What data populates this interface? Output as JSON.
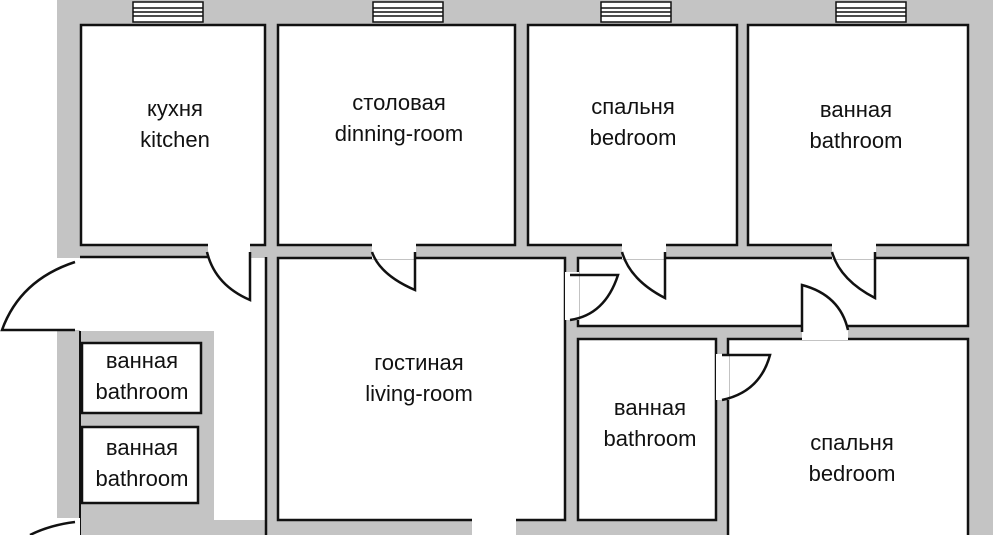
{
  "title": "Apartment floor plan",
  "rooms": [
    {
      "ru": "кухня",
      "en": "kitchen"
    },
    {
      "ru": "столовая",
      "en": "dinning-room"
    },
    {
      "ru": "спальня",
      "en": "bedroom"
    },
    {
      "ru": "ванная",
      "en": "bathroom"
    },
    {
      "ru": "ванная",
      "en": "bathroom"
    },
    {
      "ru": "ванная",
      "en": "bathroom"
    },
    {
      "ru": "гостиная",
      "en": "living-room"
    },
    {
      "ru": "ванная",
      "en": "bathroom"
    },
    {
      "ru": "спальня",
      "en": "bedroom"
    }
  ]
}
